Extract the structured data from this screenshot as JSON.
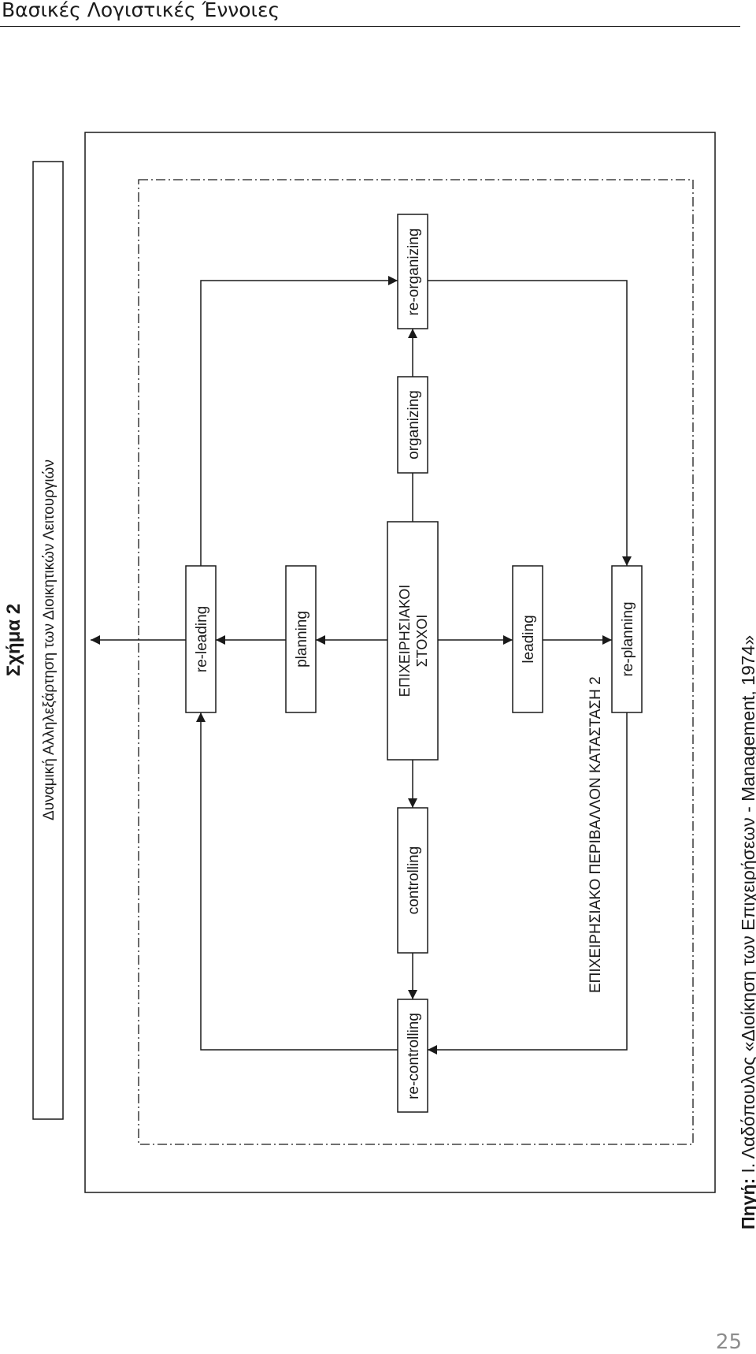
{
  "header": {
    "running_title": "Βασικές Λογιστικές Έννοιες"
  },
  "figure": {
    "label": "Σχήμα 2",
    "subtitle": "Δυναμική Αλληλεξάρτηση των Διοικητικών Λειτουργιών",
    "environment_label": "ΕΠΙΧΕΙΡΗΣΙΑΚΟ ΠΕΡΙΒΑΛΛΟΝ ΚΑΤΑΣΤΑΣΗ 2",
    "goals": {
      "line1": "ΕΠΙΧΕΙΡΗΣΙΑΚΟΙ",
      "line2": "ΣΤΟΧΟΙ"
    },
    "nodes": {
      "re_leading": "re-leading",
      "planning": "planning",
      "leading": "leading",
      "re_planning": "re-planning",
      "organizing": "organizing",
      "re_organizing": "re-organizing",
      "controlling": "controlling",
      "re_controlling": "re-controlling"
    }
  },
  "source": {
    "prefix": "Πηγή:",
    "text": " Ι. Λαδόπουλος «Διοίκηση των Επιχειρήσεων - Management, 1974»"
  },
  "footer": {
    "page_number": "25"
  }
}
